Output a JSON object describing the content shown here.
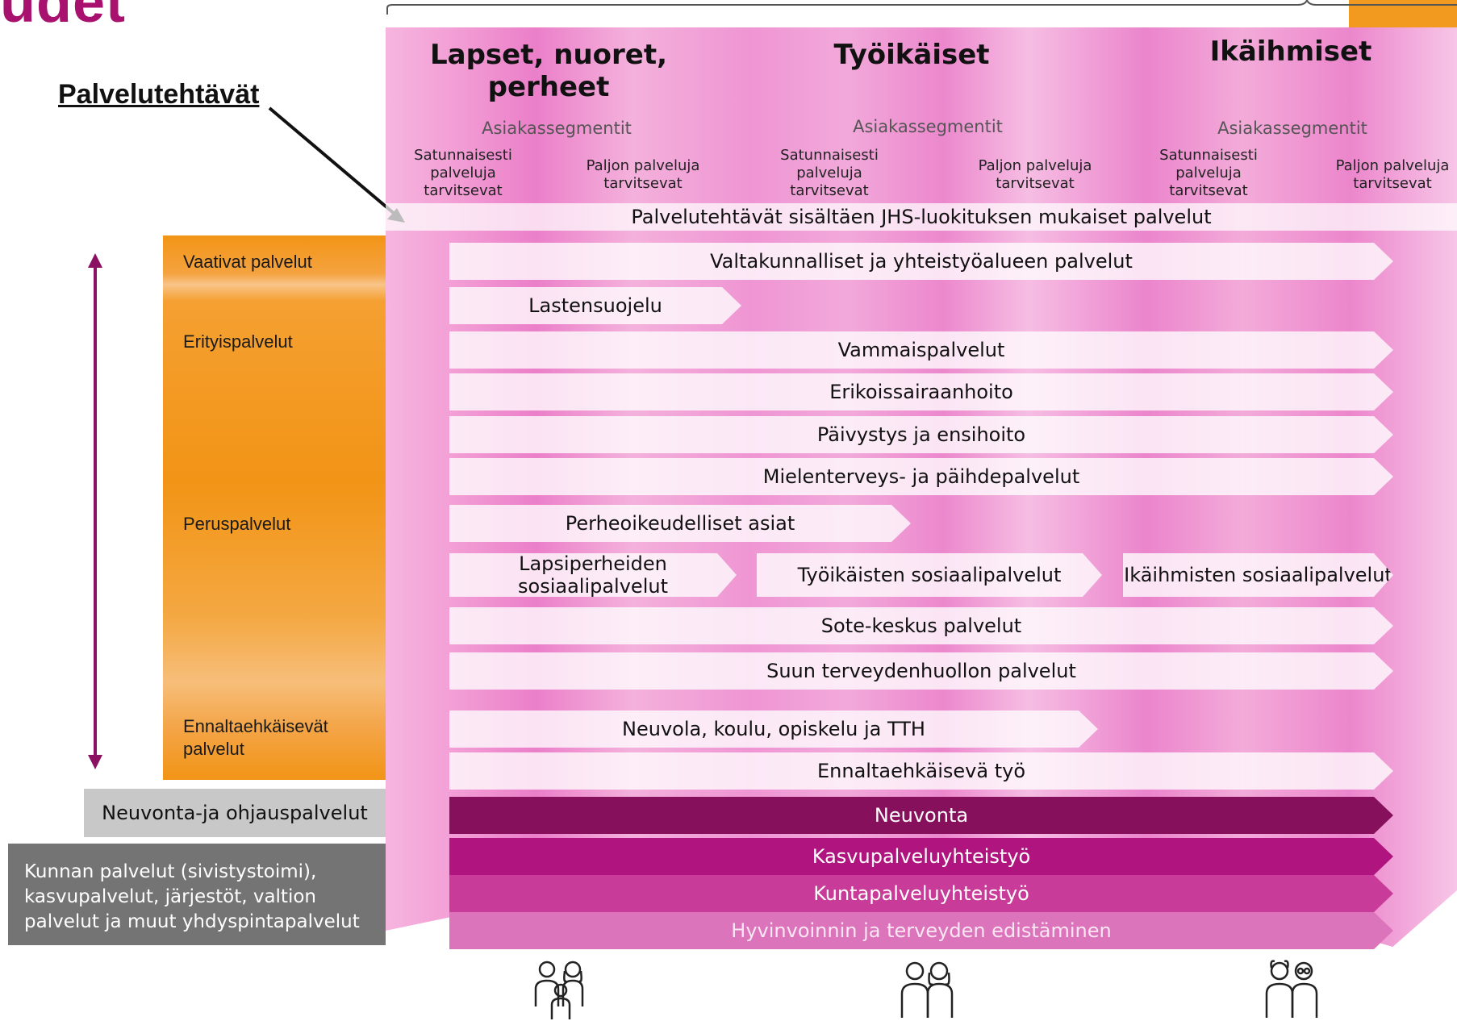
{
  "header": {
    "title_fragment": "udet"
  },
  "colors": {
    "brand_magenta": "#a8126e",
    "orange": "#f29416",
    "grey_light": "#c8c8c8",
    "grey_dark": "#747474",
    "neuvonta": "#87105d",
    "kasvu": "#b0157f",
    "kunta": "#c93b98",
    "hyvinvointi": "#dc74bb"
  },
  "columns": [
    {
      "heading": "Lapset, nuoret, perheet",
      "segment_header": "Asiakassegmentit",
      "seg_left": "Satunnaisesti palveluja tarvitsevat",
      "seg_right": "Paljon palveluja tarvitsevat"
    },
    {
      "heading": "Työikäiset",
      "segment_header": "Asiakassegmentit",
      "seg_left": "Satunnaisesti palveluja tarvitsevat",
      "seg_right": "Paljon palveluja tarvitsevat"
    },
    {
      "heading": "Ikäihmiset",
      "segment_header": "Asiakassegmentit",
      "seg_left": "Satunnaisesti palveluja tarvitsevat",
      "seg_right": "Paljon palveluja tarvitsevat"
    }
  ],
  "palvelutehtavat_label": "Palvelutehtävät",
  "banner": "Palvelutehtävät sisältäen JHS-luokituksen mukaiset palvelut",
  "levels": [
    "Vaativat palvelut",
    "Erityispalvelut",
    "Peruspalvelut",
    "Ennaltaehkäisevät palvelut"
  ],
  "grey_boxes": {
    "neuvonta_ohjaus": "Neuvonta-ja ohjauspalvelut",
    "kunnan": "Kunnan palvelut (sivistystoimi), kasvupalvelut, järjestöt, valtion palvelut ja muut yhdyspintapalvelut"
  },
  "services": {
    "valtakunnalliset": "Valtakunnalliset ja yhteistyöalueen palvelut",
    "lastensuojelu": "Lastensuojelu",
    "vammais": "Vammaispalvelut",
    "erikois": "Erikoissairaanhoito",
    "paivystys": "Päivystys ja ensihoito",
    "mielenterveys": "Mielenterveys- ja päihdepalvelut",
    "perheoikeudelliset": "Perheoikeudelliset asiat",
    "lapsiperheiden": "Lapsiperheiden sosiaalipalvelut",
    "tyoikaisten": "Työikäisten sosiaalipalvelut",
    "ikaihmisten": "Ikäihmisten sosiaalipalvelut",
    "sotekeskus": "Sote-keskus palvelut",
    "suun": "Suun terveydenhuollon palvelut",
    "neuvola": "Neuvola, koulu, opiskelu ja TTH",
    "ennaltaehkaiseva": "Ennaltaehkäisevä työ",
    "neuvonta": "Neuvonta",
    "kasvupalvelu": "Kasvupalveluyhteistyö",
    "kuntapalvelu": "Kuntapalveluyhteistyö",
    "hyvinvointi": "Hyvinvoinnin ja terveyden edistäminen"
  },
  "icons": [
    "family-icon",
    "couple-icon",
    "elderly-couple-icon"
  ]
}
